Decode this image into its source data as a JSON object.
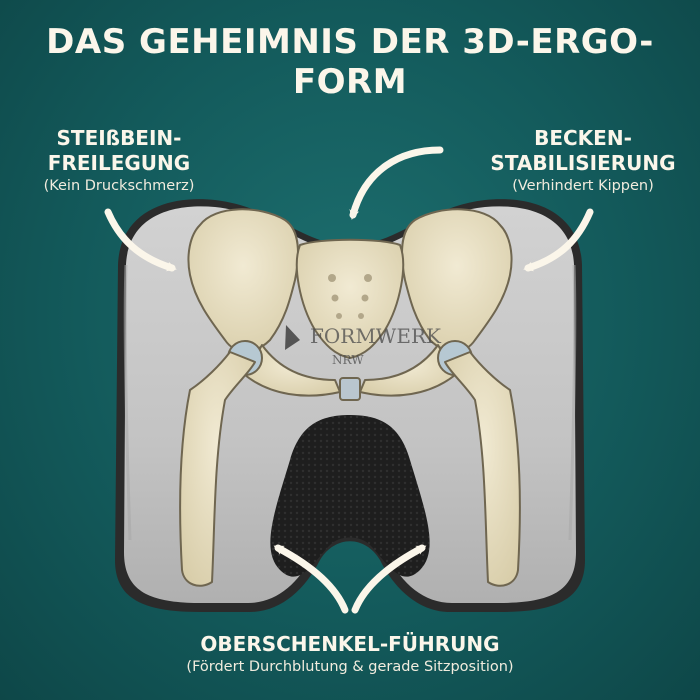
{
  "title": "DAS GEHEIMNIS DER 3D-ERGO-FORM",
  "labels": {
    "left": {
      "line1": "STEIßBEIN-",
      "line2": "FREILEGUNG",
      "sub": "(Kein Druckschmerz)"
    },
    "right": {
      "line1": "BECKEN-",
      "line2": "STABILISIERUNG",
      "sub": "(Verhindert Kippen)"
    },
    "bottom": {
      "line1": "OBERSCHENKEL-FÜHRUNG",
      "sub": "(Fördert Durchblutung & gerade Sitzposition)"
    }
  },
  "watermark": {
    "brand": "FORMWERK",
    "sub": "NRW"
  },
  "colors": {
    "background": "#135a5b",
    "text": "#fbf6ea",
    "cushion": "#c9c9c9",
    "bone": "#ebe2c8"
  },
  "icons": [
    "curved-arrow-icon",
    "pelvis-illustration",
    "seat-cushion-illustration"
  ]
}
